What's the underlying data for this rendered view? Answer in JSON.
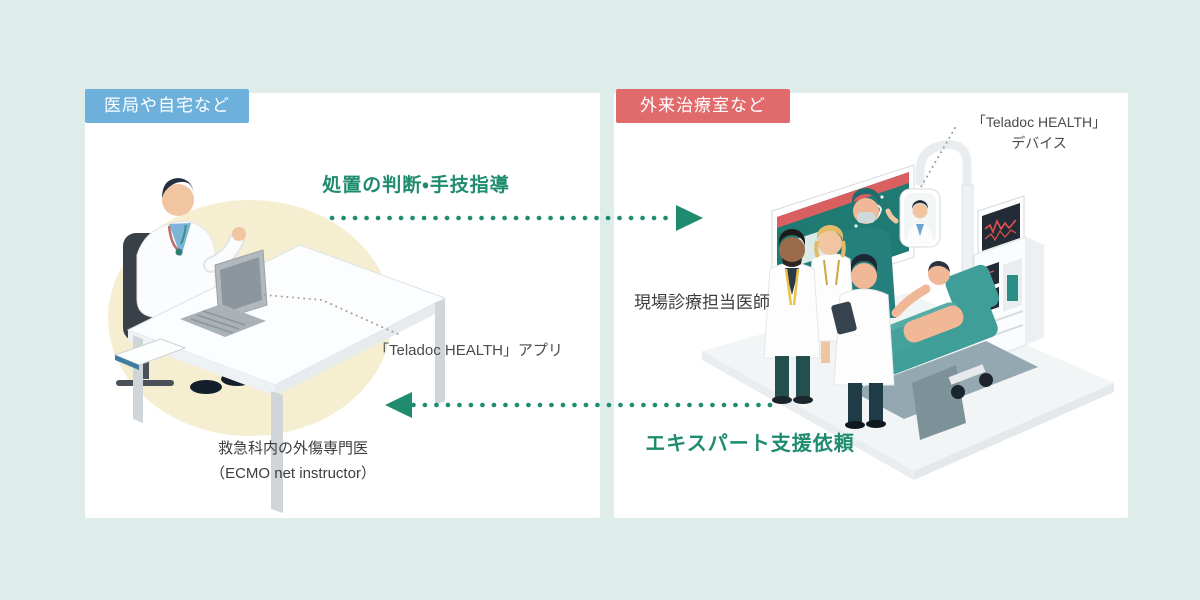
{
  "page": {
    "background_color": "#deede9",
    "panel_color": "#ffffff"
  },
  "colors": {
    "badge_blue": "#6db0dc",
    "badge_red": "#e06a6c",
    "arrow_teal": "#1f8b6f",
    "text_dark": "#3d3d3d",
    "cream_circle": "#f6eed0"
  },
  "left_panel": {
    "badge_label": "医局や自宅など",
    "illustration": "remote-doctor-at-desk-with-laptop",
    "app_callout": "「Teladoc HEALTH」アプリ",
    "caption_line1": "救急科内の外傷専門医",
    "caption_line2": "（ECMO net instructor）"
  },
  "right_panel": {
    "badge_label": "外来治療室など",
    "illustration": "treatment-room-with-medical-team-and-patient",
    "device_callout_line1": "「Teladoc HEALTH」",
    "device_callout_line2": "デバイス",
    "onsite_doctor_label": "現場診療担当医師"
  },
  "arrows": {
    "to_right_label": "処置の判断・手技指導",
    "to_left_label": "エキスパート支援依頼"
  }
}
